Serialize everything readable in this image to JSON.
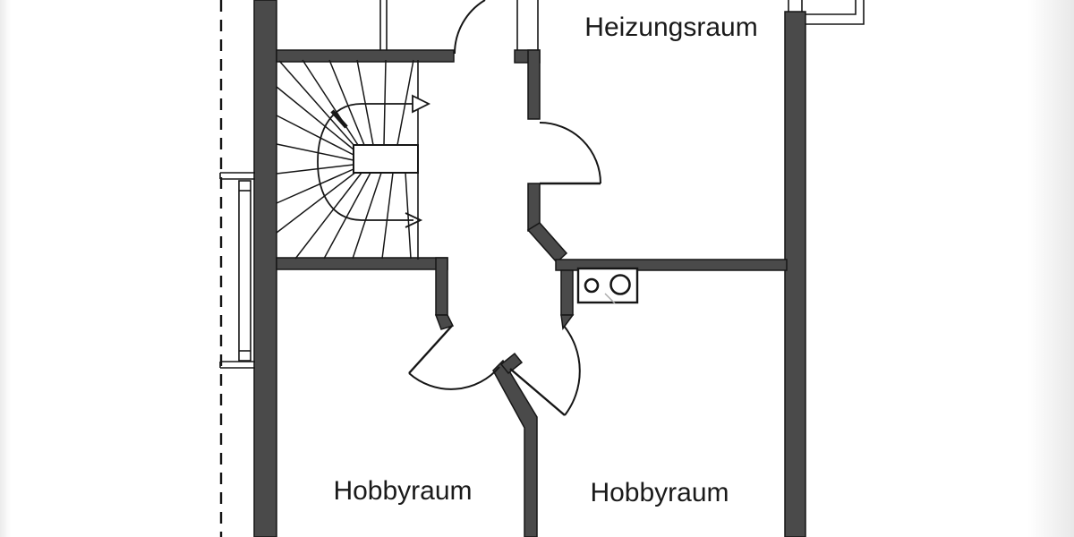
{
  "rooms": [
    {
      "id": "heizungsraum",
      "label": "Heizungsraum"
    },
    {
      "id": "hobbyraum-left",
      "label": "Hobbyraum"
    },
    {
      "id": "hobbyraum-right",
      "label": "Hobbyraum"
    }
  ],
  "colors": {
    "wall_fill": "#4a4a4a",
    "wall_stroke": "#161616",
    "line": "#161616",
    "label": "#1a1a1a",
    "background": "#ffffff"
  },
  "icons": {
    "stair_up_arrow": "hollow-triangle-right",
    "stair_down_arrow": "open-chevron-right",
    "sink_fixture": "double-circle-basin",
    "window": "thin-double-line",
    "light_shaft": "nested-open-rectangles"
  }
}
